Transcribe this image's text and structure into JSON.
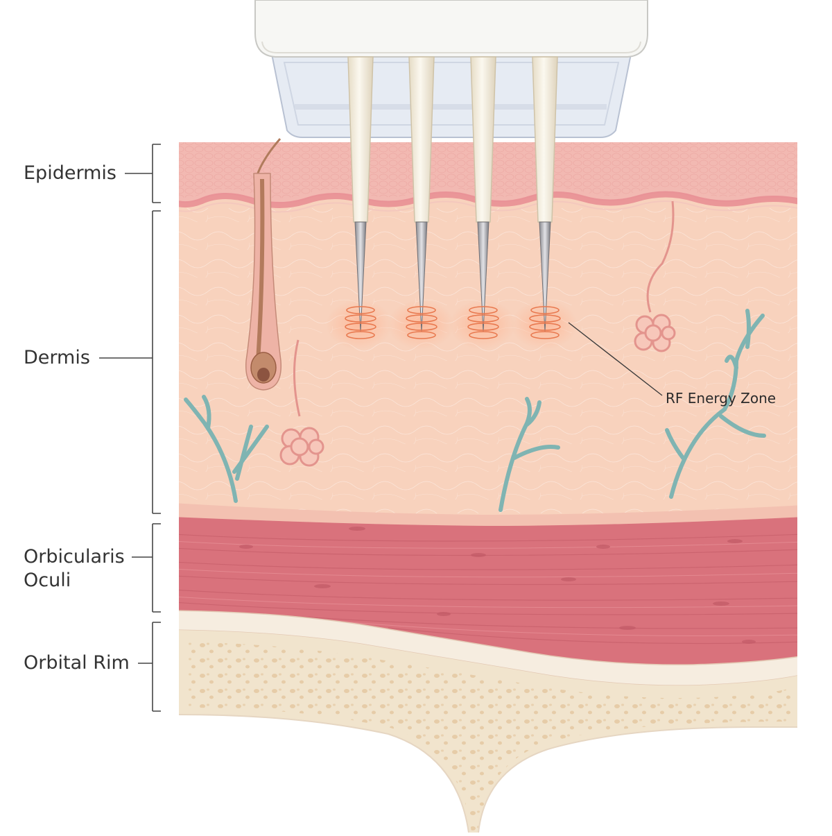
{
  "labels": {
    "epidermis": "Epidermis",
    "dermis": "Dermis",
    "orbicularis_line1": "Orbicularis",
    "orbicularis_line2": "Oculi",
    "orbital_rim": "Orbital Rim",
    "rf_zone": "RF Energy Zone"
  },
  "colors": {
    "epidermis": "#f2b9b2",
    "dermis": "#f8d2bd",
    "muscle": "#d9727c",
    "bone": "#f1e4cd",
    "vessel": "#7fb4b2",
    "needle": "#f6f1e4",
    "device": "#f7f7f4"
  }
}
